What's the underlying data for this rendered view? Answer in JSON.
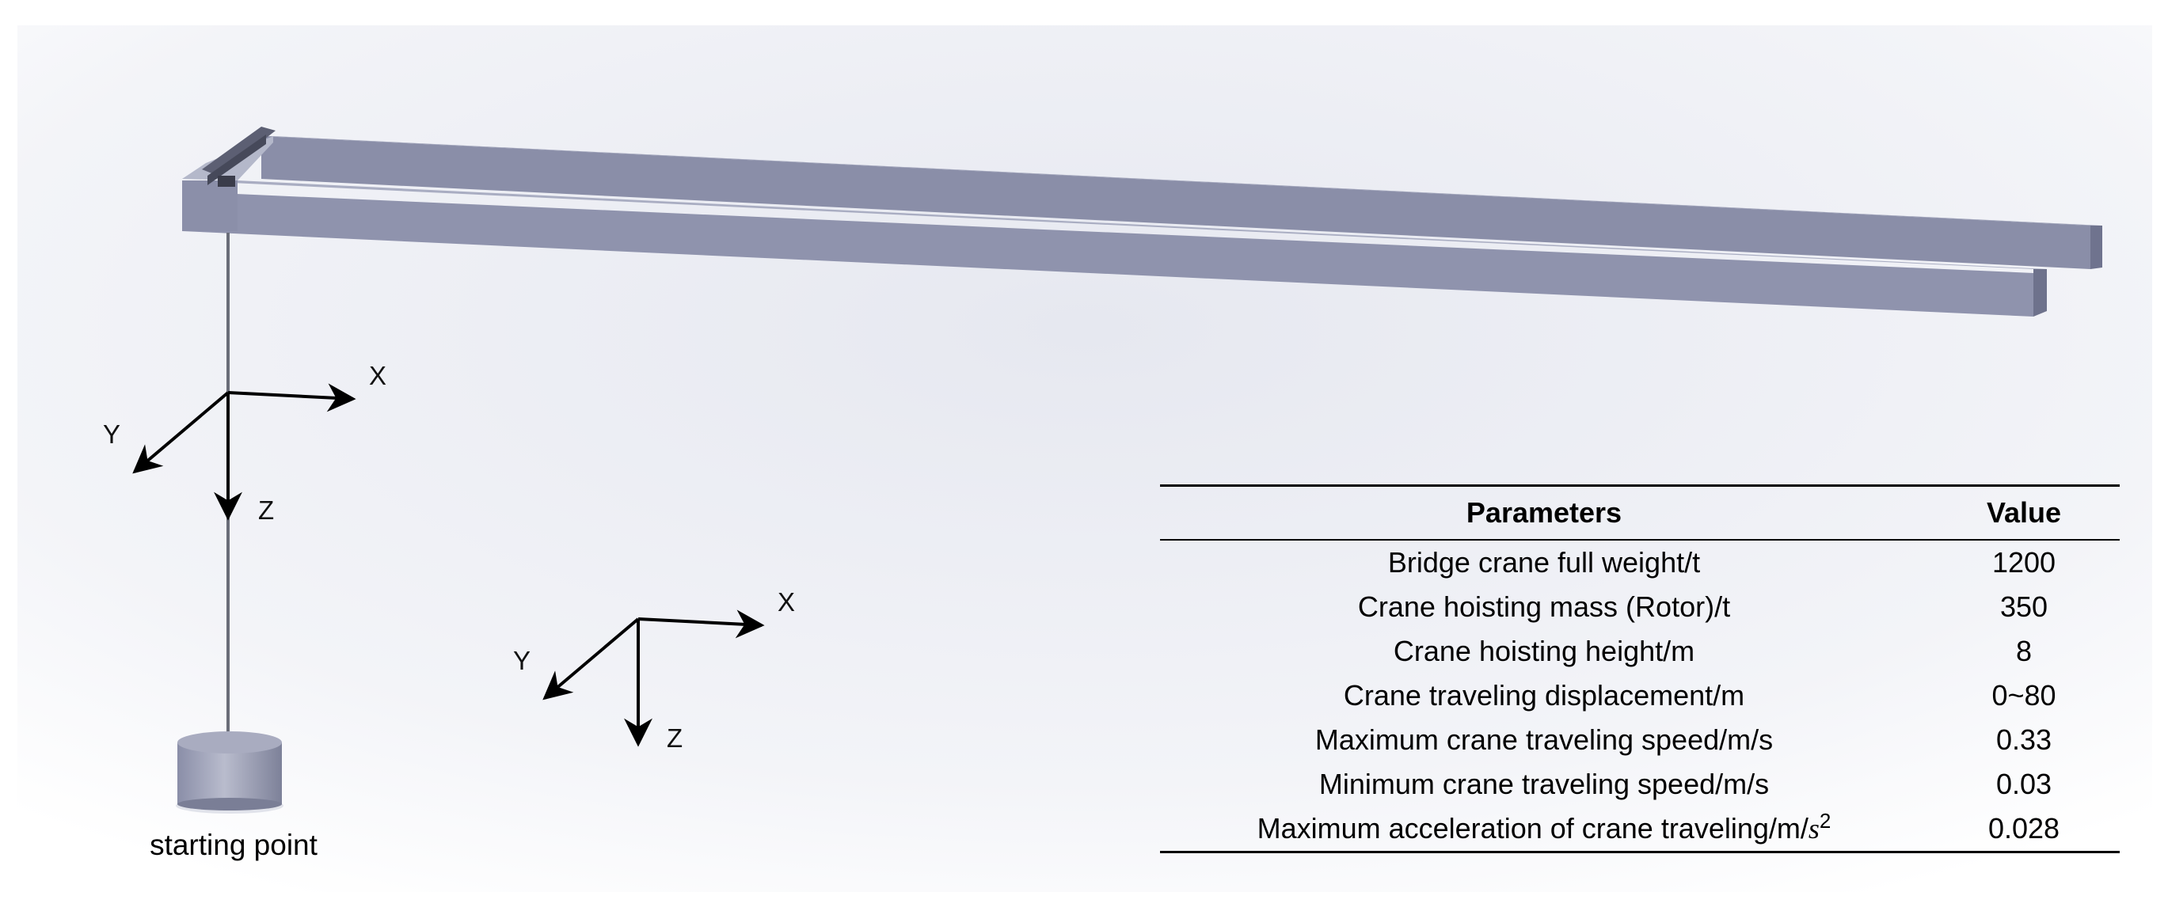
{
  "coordinate_frames": [
    {
      "x_label": "X",
      "y_label": "Y",
      "z_label": "Z"
    },
    {
      "x_label": "X",
      "y_label": "Y",
      "z_label": "Z"
    }
  ],
  "load_label": "starting point",
  "table": {
    "headers": [
      "Parameters",
      "Value"
    ],
    "rows": [
      {
        "param": "Bridge crane full weight/t",
        "value": "1200"
      },
      {
        "param": "Crane hoisting mass (Rotor)/t",
        "value": "350"
      },
      {
        "param": "Crane hoisting height/m",
        "value": "8"
      },
      {
        "param": "Crane traveling displacement/m",
        "value": "0~80"
      },
      {
        "param": "Maximum crane traveling speed/m/s",
        "value": "0.33"
      },
      {
        "param": "Minimum crane traveling speed/m/s",
        "value": "0.03"
      },
      {
        "param": "Maximum acceleration of crane traveling/m/",
        "param_unit_var": "s",
        "param_unit_exp": "2",
        "value": "0.028"
      }
    ]
  },
  "colors": {
    "beam_top": "#a4a8bd",
    "beam_front": "#8d91ab",
    "beam_end": "#70748f",
    "background": "#eef0f5"
  }
}
